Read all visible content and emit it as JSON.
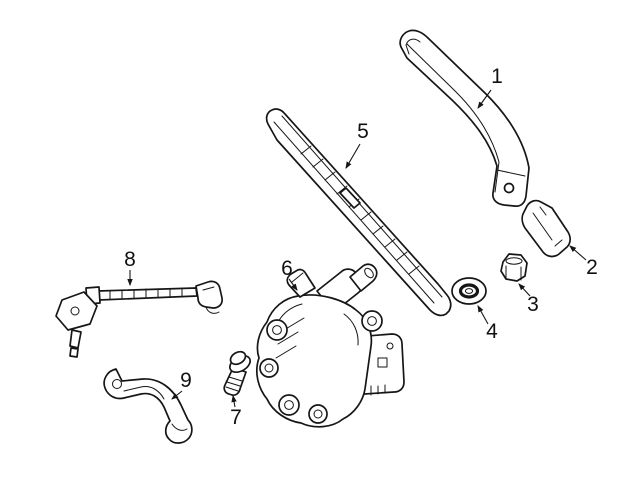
{
  "diagram": {
    "background_color": "#ffffff",
    "line_color": "#161616",
    "callouts": [
      {
        "label": "1"
      },
      {
        "label": "2"
      },
      {
        "label": "3"
      },
      {
        "label": "4"
      },
      {
        "label": "5"
      },
      {
        "label": "6"
      },
      {
        "label": "7"
      },
      {
        "label": "8"
      },
      {
        "label": "9"
      }
    ]
  }
}
